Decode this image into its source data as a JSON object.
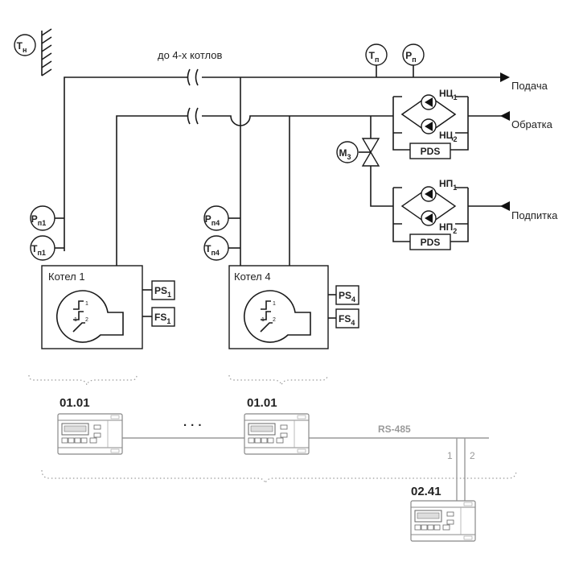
{
  "sensors": {
    "outdoor": {
      "main": "T",
      "sub": "н"
    },
    "supply_temp": {
      "main": "T",
      "sub": "п"
    },
    "supply_press": {
      "main": "P",
      "sub": "п"
    },
    "boiler1_press": {
      "main": "P",
      "sub": "п1"
    },
    "boiler1_temp": {
      "main": "T",
      "sub": "п1"
    },
    "boiler4_press": {
      "main": "P",
      "sub": "п4"
    },
    "boiler4_temp": {
      "main": "T",
      "sub": "п4"
    },
    "valve_motor": {
      "main": "M",
      "sub": "3"
    }
  },
  "labels": {
    "up_to_boilers": "до 4-х котлов",
    "supply": "Подача",
    "return": "Обратка",
    "makeup": "Подпитка",
    "rs485": "RS-485",
    "line1": "1",
    "line2": "2"
  },
  "pumps": {
    "heat1": {
      "main": "НЦ",
      "sub": "1"
    },
    "heat2": {
      "main": "НЦ",
      "sub": "2"
    },
    "makeup1": {
      "main": "НП",
      "sub": "1"
    },
    "makeup2": {
      "main": "НП",
      "sub": "2"
    },
    "pds": "PDS"
  },
  "boilers": [
    {
      "title": "Котел 1",
      "ps": {
        "main": "PS",
        "sub": "1"
      },
      "fs": {
        "main": "FS",
        "sub": "1"
      },
      "controller": "01.01",
      "stage1": "1",
      "stage2": "1",
      "stage3": "2"
    },
    {
      "title": "Котел 4",
      "ps": {
        "main": "PS",
        "sub": "4"
      },
      "fs": {
        "main": "FS",
        "sub": "4"
      },
      "controller": "01.01",
      "stage1": "1",
      "stage2": "1",
      "stage3": "2"
    }
  ],
  "ellipsis": "· · ·",
  "master_controller": "02.41"
}
